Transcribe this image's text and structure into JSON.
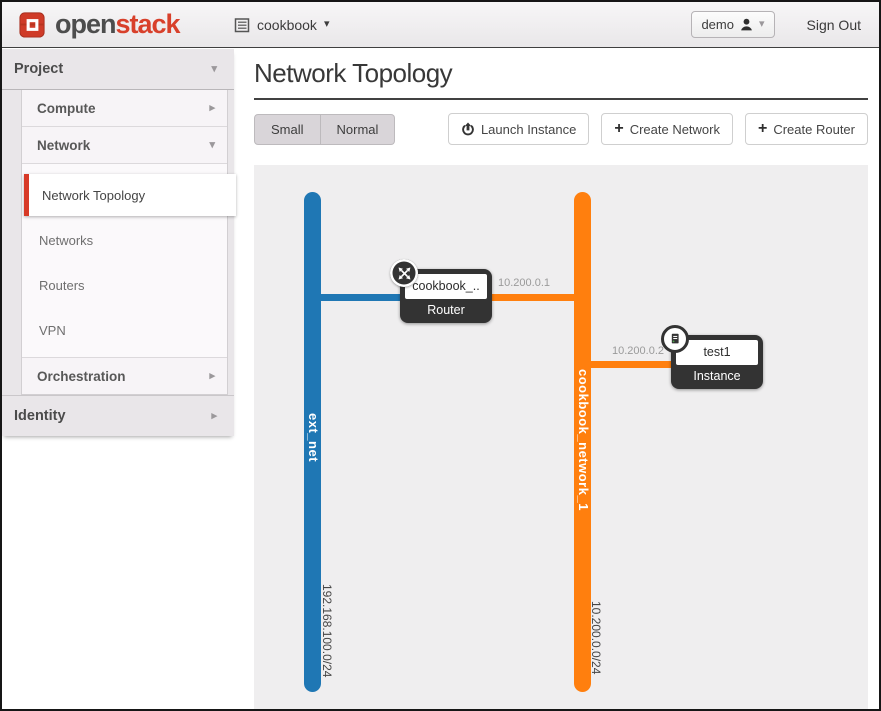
{
  "header": {
    "logo_open": "open",
    "logo_stack": "stack",
    "project_selector_label": "cookbook",
    "user_label": "demo",
    "sign_out": "Sign Out"
  },
  "sidebar": {
    "project_label": "Project",
    "compute_label": "Compute",
    "network_label": "Network",
    "network_items": [
      {
        "label": "Network Topology"
      },
      {
        "label": "Networks"
      },
      {
        "label": "Routers"
      },
      {
        "label": "VPN"
      }
    ],
    "orchestration_label": "Orchestration",
    "identity_label": "Identity"
  },
  "main": {
    "title": "Network Topology",
    "toggle_small": "Small",
    "toggle_normal": "Normal",
    "launch_instance": "Launch Instance",
    "create_network": "Create Network",
    "create_router": "Create Router"
  },
  "topology": {
    "ext_net": {
      "name": "ext_net",
      "cidr": "192.168.100.0/24",
      "color": "#1f77b4"
    },
    "tenant_net": {
      "name": "cookbook_network_1",
      "cidr": "10.200.0.0/24",
      "color": "#ff7f0e"
    },
    "router": {
      "name": "cookbook_..",
      "type_label": "Router",
      "ip": "10.200.0.1"
    },
    "instance": {
      "name": "test1",
      "type_label": "Instance",
      "ip": "10.200.0.2"
    },
    "node_color": "#333333",
    "canvas_color": "#efeeef"
  }
}
